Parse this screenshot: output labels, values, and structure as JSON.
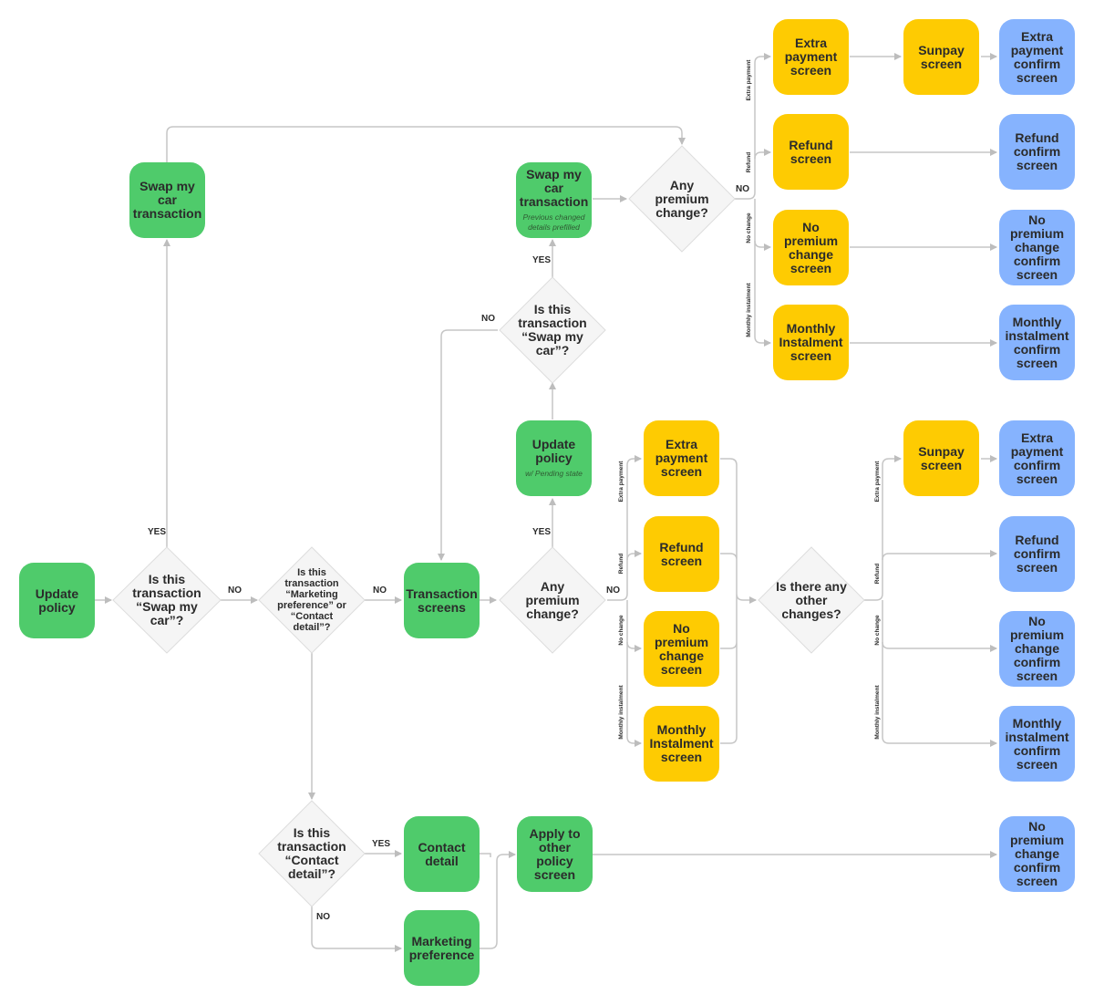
{
  "nodes": {
    "update_policy_start": "Update policy",
    "swap_my_car_transaction_left": "Swap my car transaction",
    "transaction_screens": "Transaction screens",
    "update_policy_pending": "Update policy",
    "update_policy_pending_note": "w/ Pending state",
    "swap_my_car_transaction_top": "Swap my car transaction",
    "swap_my_car_transaction_top_note": "Previous changed details prefilled",
    "contact_detail": "Contact detail",
    "marketing_preference": "Marketing preference",
    "apply_to_other_policy": "Apply to other policy screen",
    "top_extra_payment": "Extra payment screen",
    "top_sunpay": "Sunpay screen",
    "top_extra_payment_confirm": "Extra payment confirm screen",
    "top_refund": "Refund screen",
    "top_refund_confirm": "Refund confirm screen",
    "top_no_premium_change": "No premium change screen",
    "top_no_premium_change_confirm": "No premium change confirm screen",
    "top_monthly_instalment": "Monthly Instalment screen",
    "top_monthly_instalment_confirm": "Monthly instalment confirm screen",
    "mid_extra_payment": "Extra payment screen",
    "mid_refund": "Refund screen",
    "mid_no_premium_change": "No premium change screen",
    "mid_monthly_instalment": "Monthly Instalment screen",
    "right_sunpay": "Sunpay screen",
    "right_extra_payment_confirm": "Extra payment confirm screen",
    "right_refund_confirm": "Refund confirm screen",
    "right_no_premium_change_confirm": "No premium change confirm screen",
    "right_monthly_instalment_confirm": "Monthly instalment confirm screen",
    "bottom_no_premium_change_confirm": "No premium change confirm screen"
  },
  "decisions": {
    "is_swap_my_car_1": "Is this transaction “Swap my car”?",
    "is_marketing_or_contact": "Is this transaction “Marketing preference” or “Contact detail”?",
    "any_premium_change_mid": "Any premium change?",
    "is_swap_my_car_2": "Is this transaction “Swap my car”?",
    "any_premium_change_top": "Any premium change?",
    "any_other_changes": "Is there any other changes?",
    "is_contact_detail": "Is this transaction “Contact detail”?"
  },
  "edge_labels": {
    "yes": "YES",
    "no": "NO",
    "extra_payment": "Extra payment",
    "refund": "Refund",
    "no_change": "No change",
    "monthly_instalment": "Monthly instalment"
  },
  "colors": {
    "start_and_process": "#4fcb6b",
    "payment_screen": "#fecb02",
    "confirm_screen": "#86b3fe",
    "decision_fill": "#f5f5f5",
    "connector": "#c6c6c6"
  }
}
